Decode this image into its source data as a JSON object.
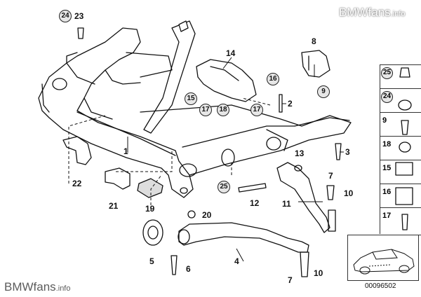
{
  "watermark_top": "BMWfans",
  "watermark_top_suffix": ".info",
  "watermark_bottom": "BMWfans",
  "watermark_bottom_suffix": ".info",
  "doc_number": "00096502",
  "labels": {
    "l1": "1",
    "l2": "2",
    "l3": "3",
    "l4": "4",
    "l5": "5",
    "l6": "6",
    "l7a": "7",
    "l7b": "7",
    "l8": "8",
    "l10a": "10",
    "l10b": "10",
    "l11": "11",
    "l12": "12",
    "l13": "13",
    "l14": "14",
    "l19": "19",
    "l20": "20",
    "l21": "21",
    "l22": "22",
    "l23": "23"
  },
  "circled": {
    "c24": "24",
    "c15": "15",
    "c16": "16",
    "c17a": "17",
    "c17b": "17",
    "c18": "18",
    "c9": "9",
    "c25": "25"
  },
  "legend": [
    {
      "num": "25",
      "circled": true
    },
    {
      "num": "24",
      "circled": true
    },
    {
      "num": "9",
      "circled": false
    },
    {
      "num": "18",
      "circled": false
    },
    {
      "num": "15",
      "circled": false
    },
    {
      "num": "16",
      "circled": false
    },
    {
      "num": "17",
      "circled": false
    }
  ]
}
